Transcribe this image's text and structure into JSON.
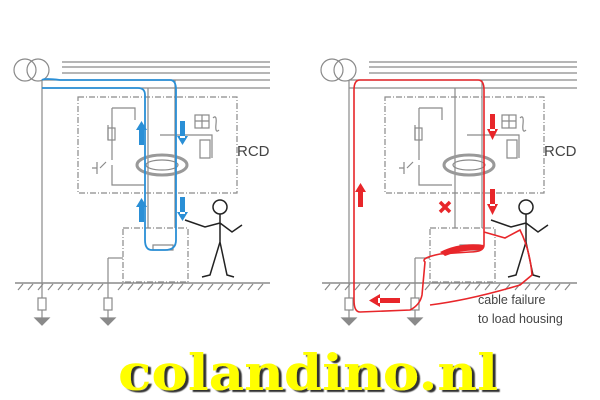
{
  "left_panel": {
    "rcd_label": "RCD",
    "loop_color": "#2a8fd6"
  },
  "right_panel": {
    "rcd_label": "RCD",
    "loop_color": "#e8262a",
    "annotation_line1": "cable failure",
    "annotation_line2": "to load housing"
  },
  "watermark": {
    "text": "colandino.nl",
    "color": "#ffff00",
    "shadow": "#333333"
  }
}
